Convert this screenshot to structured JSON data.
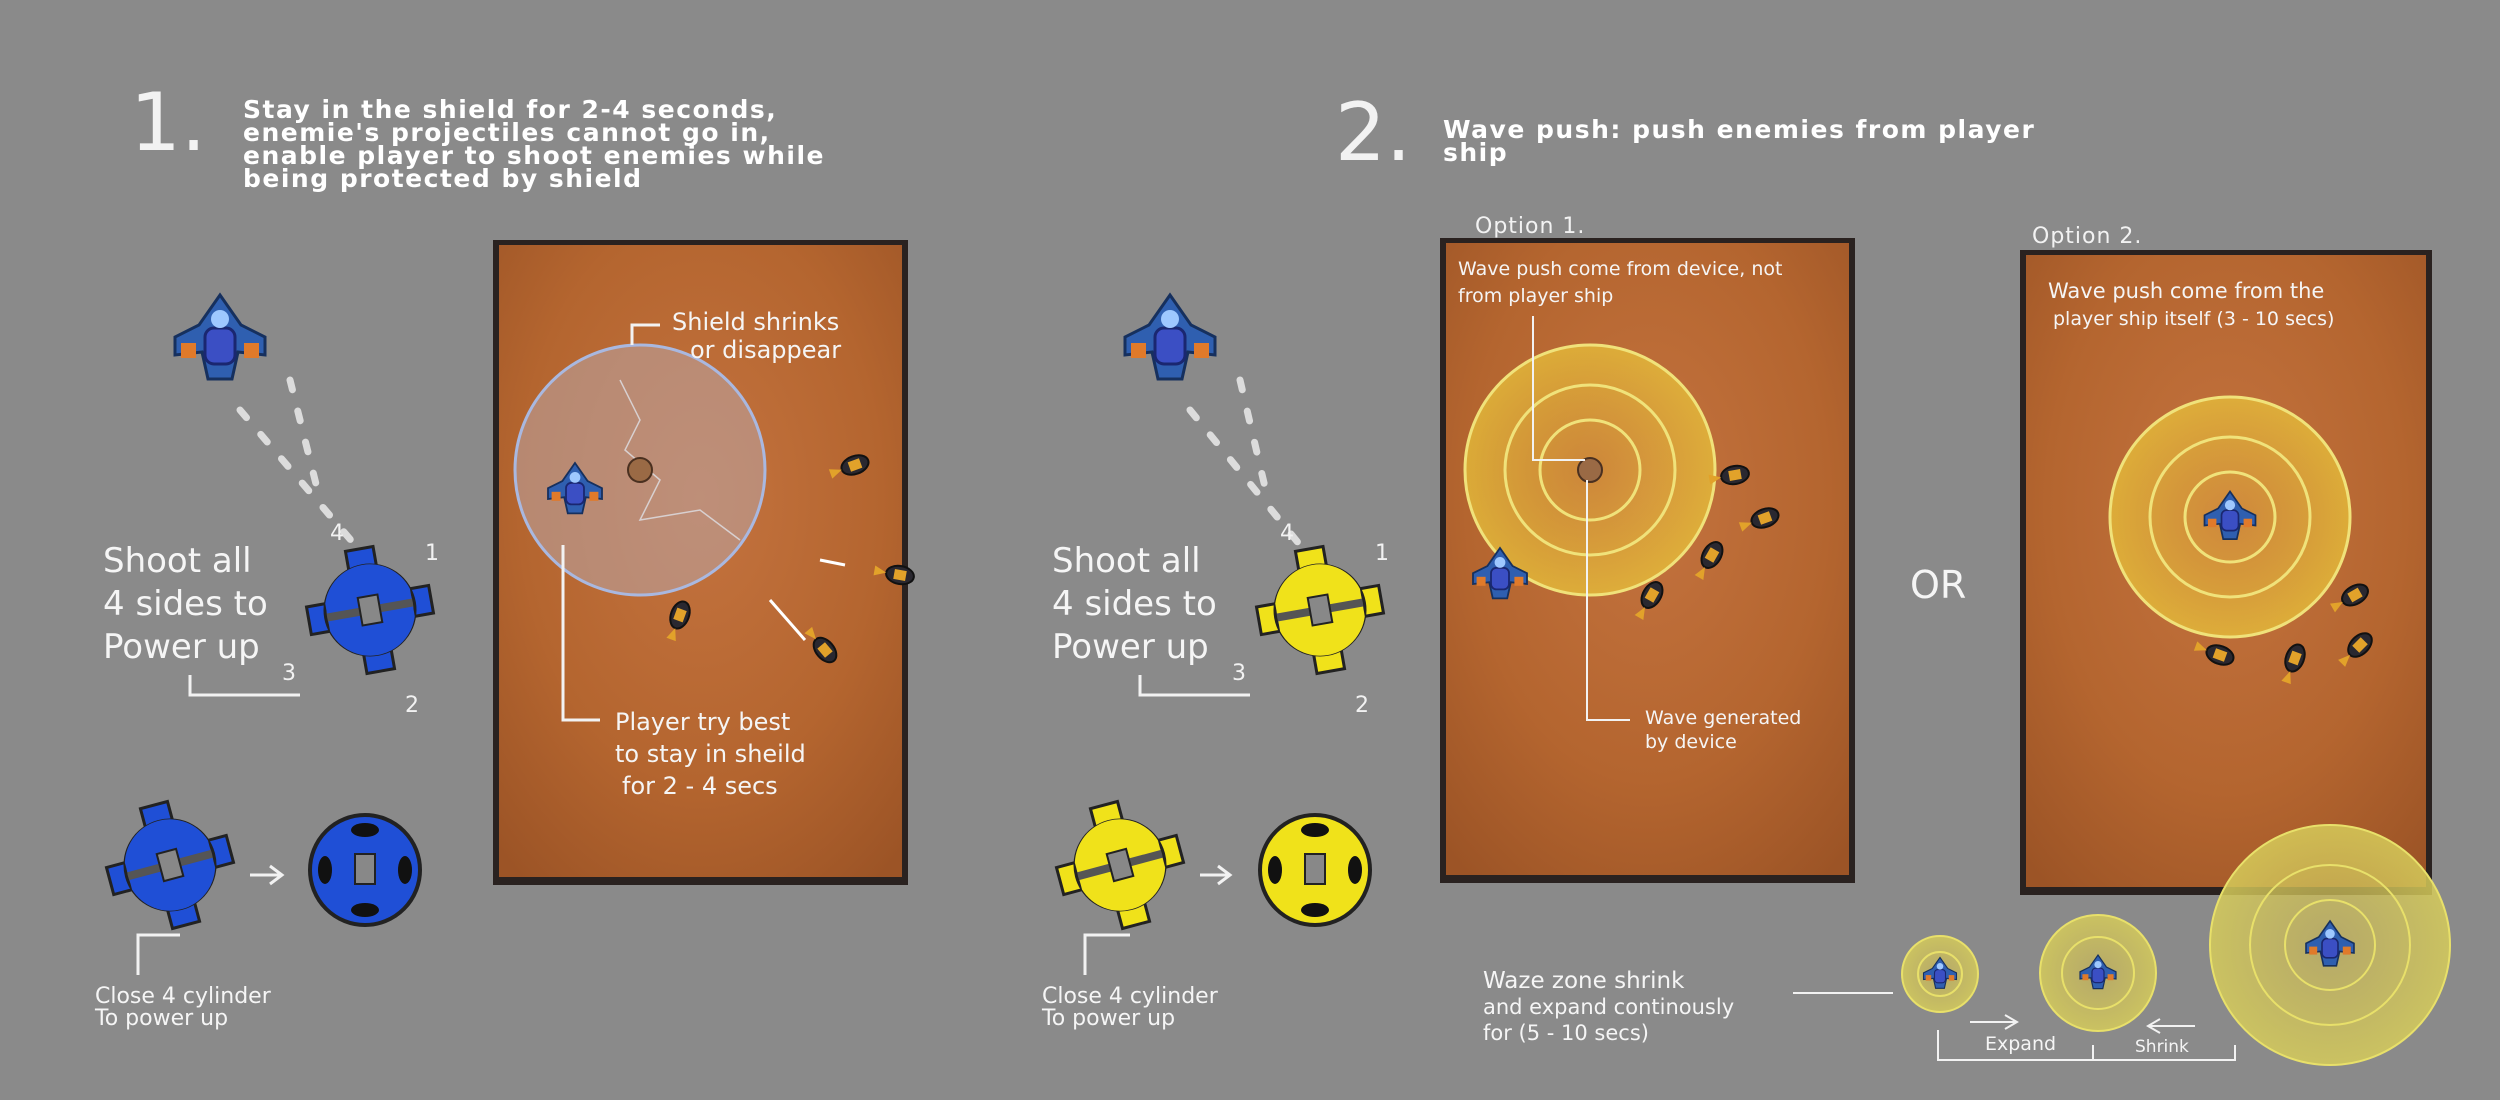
{
  "section1": {
    "number": "1.",
    "heading": [
      "Stay in the shield for 2-4 seconds,",
      "enemie's projectiles cannot go in,",
      "enable player to shoot enemies while",
      "being protected by shield"
    ],
    "shoot_note": [
      "Shoot all",
      "4 sides to",
      "Power up"
    ],
    "cylinder_labels": [
      "4",
      "1",
      "3",
      "2"
    ],
    "close_note": [
      "Close 4 cylinder",
      "To power up"
    ],
    "shield_note": [
      "Shield shrinks",
      "or disappear"
    ],
    "player_note": [
      "Player try best",
      "to stay in sheild",
      "for 2 - 4 secs"
    ],
    "device_color": "#1f4fd6"
  },
  "section2": {
    "number": "2.",
    "heading": [
      "Wave push: push enemies from player",
      "ship"
    ],
    "shoot_note": [
      "Shoot all",
      "4 sides to",
      "Power up"
    ],
    "cylinder_labels": [
      "4",
      "1",
      "3",
      "2"
    ],
    "close_note": [
      "Close 4 cylinder",
      "To power up"
    ],
    "device_color": "#f0e21a",
    "option1": {
      "label": "Option 1.",
      "note": [
        "Wave push come from device, not",
        "from player ship"
      ],
      "wave_note": [
        "Wave generated",
        "by device"
      ]
    },
    "or_label": "OR",
    "option2": {
      "label": "Option 2.",
      "note": [
        "Wave push come from the",
        "player ship itself (3 - 10 secs)"
      ]
    },
    "zone_note": [
      "Waze zone shrink",
      "and expand continously",
      "for (5 - 10 secs)"
    ],
    "expand_label": "Expand",
    "shrink_label": "Shrink"
  },
  "colors": {
    "background": "#8a8a8a",
    "sand": "#b8693a",
    "wave": "#e8c23a",
    "enemy": "#e2a22a"
  }
}
